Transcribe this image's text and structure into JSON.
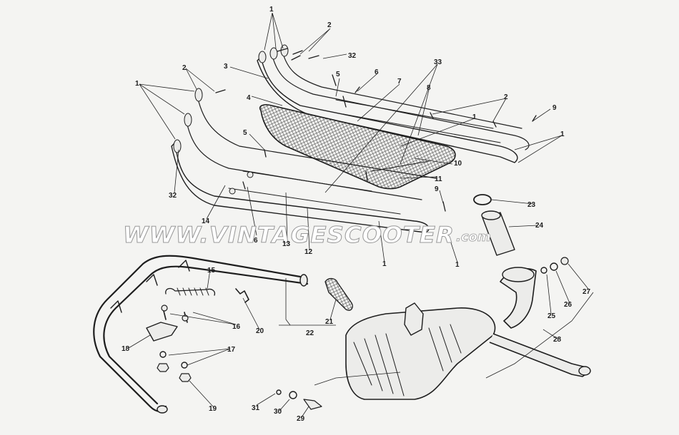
{
  "diagram": {
    "part_labels": {
      "p1": "1",
      "p2": "2",
      "p3": "3",
      "p4": "4",
      "p5": "5",
      "p6": "6",
      "p7": "7",
      "p8": "8",
      "p9": "9",
      "p10": "10",
      "p11": "11",
      "p12": "12",
      "p13": "13",
      "p14": "14",
      "p15": "15",
      "p16": "16",
      "p17": "17",
      "p18": "18",
      "p19": "19",
      "p20": "20",
      "p21": "21",
      "p22": "22",
      "p23": "23",
      "p24": "24",
      "p25": "25",
      "p26": "26",
      "p27": "27",
      "p28": "28",
      "p29": "29",
      "p30": "30",
      "p31": "31",
      "p32": "32",
      "p33": "33"
    },
    "watermark": {
      "main": "WWW.VINTAGESCOOTER",
      "suffix": ".com"
    }
  }
}
